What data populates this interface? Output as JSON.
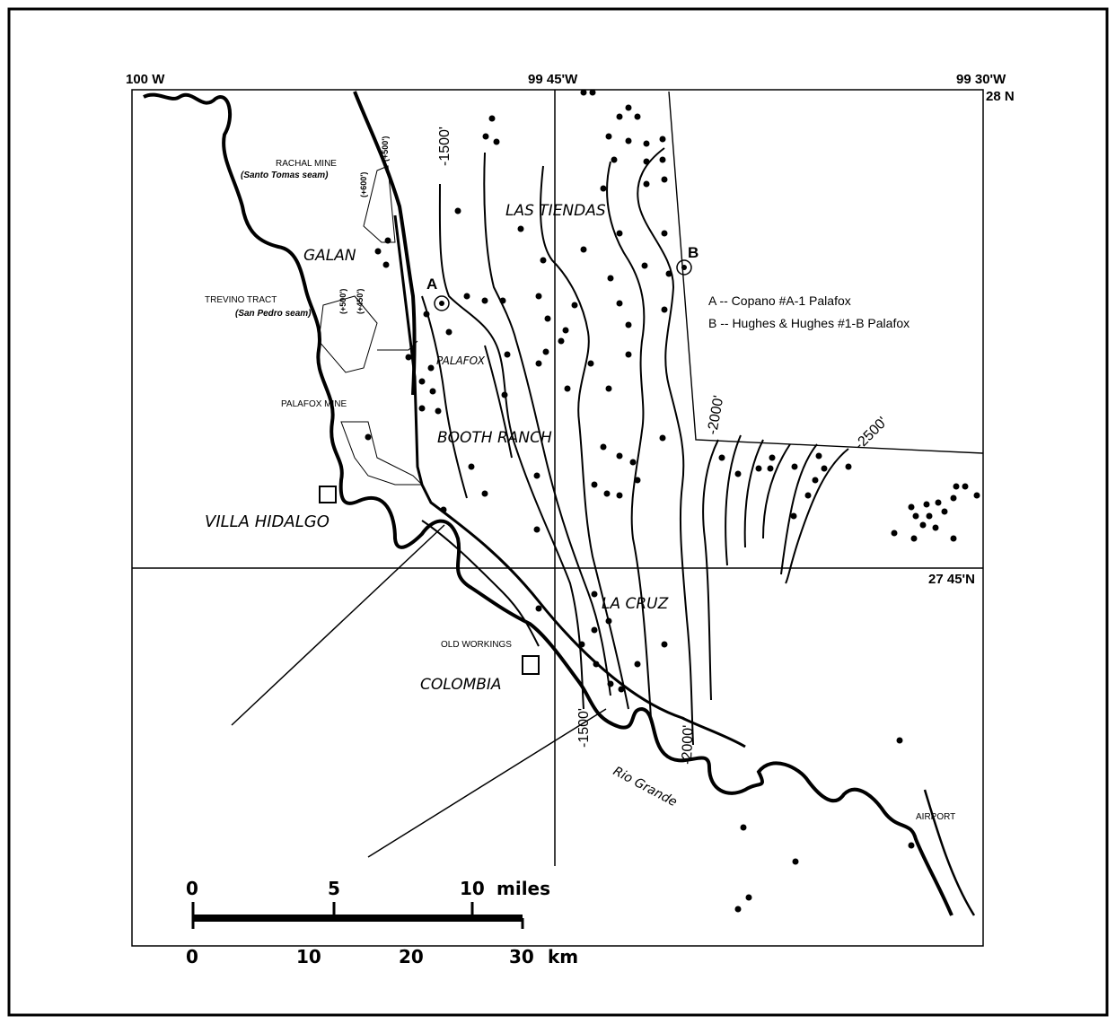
{
  "coords": {
    "lon_100w": "100 W",
    "lon_9945w": "99 45'W",
    "lon_9930w": "99 30'W",
    "lat_28n": "28 N",
    "lat_2745n": "27 45'N"
  },
  "places": {
    "rachal_mine": "RACHAL MINE",
    "santo_tomas": "(Santo Tomas seam)",
    "galan": "GALAN",
    "trevino_tract": "TREVINO TRACT",
    "san_pedro": "(San Pedro seam)",
    "palafox_mine": "PALAFOX MINE",
    "villa_hidalgo": "VILLA HIDALGO",
    "las_tiendas": "LAS TIENDAS",
    "palafox": "PALAFOX",
    "booth_ranch": "BOOTH RANCH",
    "la_cruz": "LA CRUZ",
    "old_workings": "OLD WORKINGS",
    "colombia": "COLOMBIA",
    "rio_grande": "Rio Grande",
    "airport": "AIRPORT"
  },
  "wells": {
    "a_label": "A",
    "b_label": "B",
    "legend_a": "A -- Copano #A-1 Palafox",
    "legend_b": "B -- Hughes & Hughes #1-B Palafox"
  },
  "contours": {
    "c1500_top": "-1500'",
    "c1500_bottom": "-1500'",
    "c2000_right": "-2000'",
    "c2000_bottom": "-2000'",
    "c2500": "-2500'",
    "c600": "(+600')",
    "c500_top": "(+500')",
    "c500_left": "(+500')",
    "c450": "(+450')"
  },
  "scale": {
    "mi_0": "0",
    "mi_5": "5",
    "mi_10": "10",
    "mi_unit": "miles",
    "km_0": "0",
    "km_10": "10",
    "km_20": "20",
    "km_30": "30",
    "km_unit": "km"
  }
}
